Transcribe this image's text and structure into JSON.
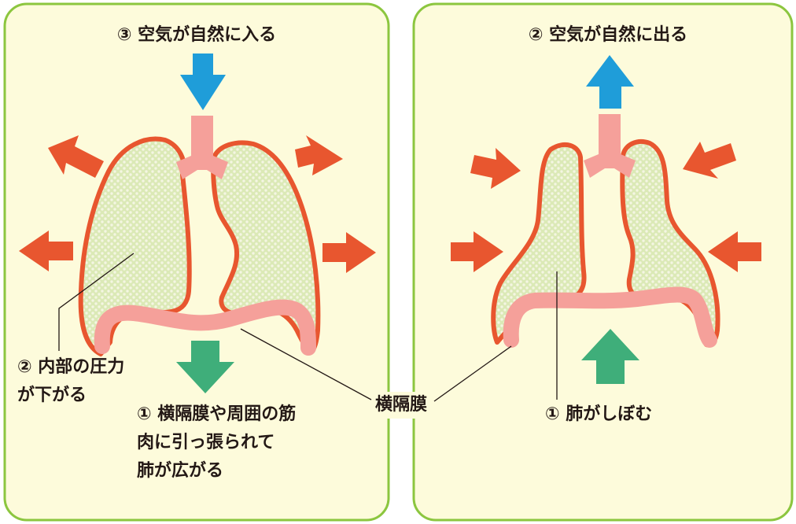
{
  "colors": {
    "panel_bg": "#fdfbdb",
    "panel_border": "#8cc63f",
    "lung_fill": "#dbe9b6",
    "lung_dot": "#f4f6e2",
    "lung_outline": "#e8562f",
    "trachea": "#f5a09a",
    "diaphragm": "#f5a09a",
    "arrow_orange": "#e8562f",
    "arrow_blue": "#1f9dd9",
    "arrow_green": "#3fae7a",
    "text": "#231815"
  },
  "left_panel": {
    "air_label": "③ 空気が自然に入る",
    "pressure_label": "② 内部の圧力\nが下がる",
    "muscle_label": "① 横隔膜や周囲の筋\n肉に引っ張られて\n肺が広がる",
    "air_arrow_icon": "arrow-down",
    "force_arrow_icon": "arrow-outward",
    "diaphragm_arrow_icon": "arrow-down"
  },
  "right_panel": {
    "air_label": "② 空気が自然に出る",
    "lung_label": "① 肺がしぼむ",
    "air_arrow_icon": "arrow-up",
    "force_arrow_icon": "arrow-inward",
    "diaphragm_arrow_icon": "arrow-up"
  },
  "diaphragm_label": "横隔膜"
}
